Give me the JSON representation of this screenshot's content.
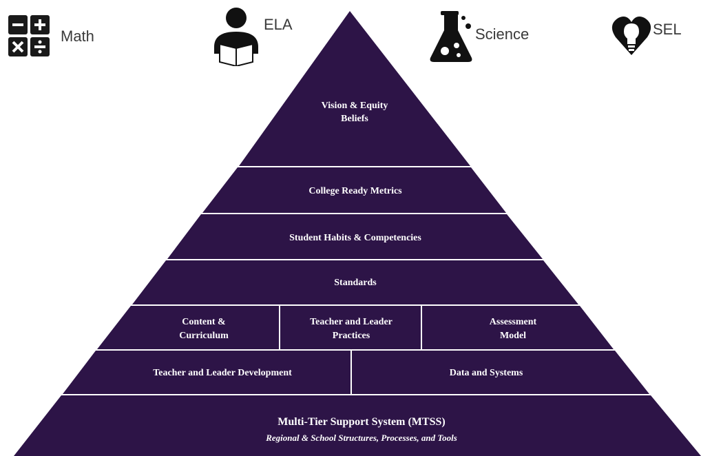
{
  "subjects": {
    "math": {
      "label": "Math",
      "icon": "math-operators-icon"
    },
    "ela": {
      "label": "ELA",
      "icon": "reader-icon"
    },
    "science": {
      "label": "Science",
      "icon": "flask-icon"
    },
    "sel": {
      "label": "SEL",
      "icon": "heart-lightbulb-icon"
    }
  },
  "colors": {
    "pyramid": "#2d1447",
    "divider": "#ffffff",
    "label": "#3a3a3a"
  },
  "pyramid": {
    "tier1": {
      "line1": "Vision & Equity",
      "line2": "Beliefs"
    },
    "tier2": {
      "label": "College Ready Metrics"
    },
    "tier3": {
      "label": "Student Habits & Competencies"
    },
    "tier4": {
      "label": "Standards"
    },
    "tier5": {
      "content": {
        "line1": "Content &",
        "line2": "Curriculum"
      },
      "practices": {
        "line1": "Teacher and Leader",
        "line2": "Practices"
      },
      "assessment": {
        "line1": "Assessment",
        "line2": "Model"
      }
    },
    "tier6": {
      "development": {
        "label": "Teacher and Leader Development"
      },
      "data": {
        "label": "Data and Systems"
      }
    },
    "tier7": {
      "title": "Multi-Tier Support System (MTSS)",
      "subtitle": "Regional & School Structures, Processes, and Tools"
    }
  }
}
